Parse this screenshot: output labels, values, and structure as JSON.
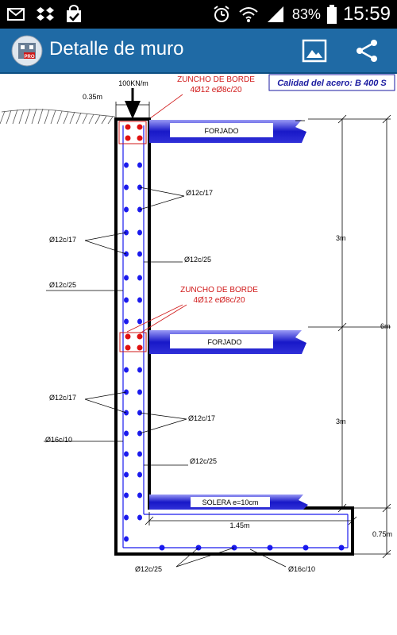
{
  "status_bar": {
    "battery": "83%",
    "time": "15:59",
    "icons": [
      "mail-icon",
      "dropbox-icon",
      "shopping-bag-icon",
      "alarm-icon",
      "wifi-icon",
      "signal-icon",
      "battery-icon"
    ]
  },
  "action_bar": {
    "title": "Detalle de muro",
    "icons": [
      "app-logo-icon",
      "image-icon",
      "share-icon"
    ]
  },
  "drawing": {
    "load_label": "100KN/m",
    "steel_quality": "Calidad del acero: B 400 S",
    "top_zuncho_line1": "ZUNCHO DE BORDE",
    "top_zuncho_line2": "4Ø12 eØ8c/20",
    "mid_zuncho_line1": "ZUNCHO DE BORDE",
    "mid_zuncho_line2": "4Ø12 eØ8c/20",
    "wall_width": "0.35m",
    "forjado_top": "FORJADO",
    "forjado_mid": "FORJADO",
    "solera": "SOLERA e=10cm",
    "dim_upper_height": "3m",
    "dim_lower_height": "3m",
    "dim_total_height": "6m",
    "dim_footing_width": "1.45m",
    "dim_footing_height": "0.75m",
    "labels": {
      "u_right_12c17": "Ø12c/17",
      "u_left_12c17": "Ø12c/17",
      "u_right_12c25": "Ø12c/25",
      "u_left_12c25": "Ø12c/25",
      "l_left_12c17": "Ø12c/17",
      "l_right_12c17": "Ø12c/17",
      "l_left_16c10": "Ø16c/10",
      "l_right_12c25": "Ø12c/25",
      "foot_12c25": "Ø12c/25",
      "foot_16c10": "Ø16c/10"
    },
    "colors": {
      "rebar": "#1a1aee",
      "zuncho": "#e01010",
      "slab_fill": "#2222cc",
      "outline": "#000000",
      "annotation_red": "#d01818",
      "annotation_blue": "#1a1aa0"
    }
  }
}
